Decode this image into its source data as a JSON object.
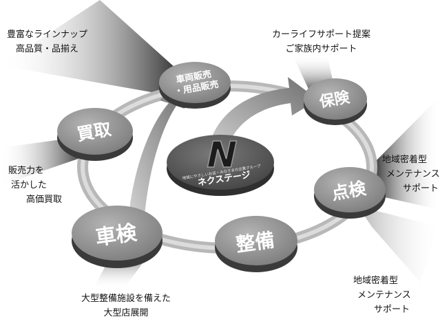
{
  "center": {
    "logo_letter": "N",
    "tagline": "地域にやさしいお店・みなさまの企業グループ",
    "name": "ネクステージ"
  },
  "nodes": {
    "sales": {
      "line1": "車両販売",
      "line2": "・用品販売"
    },
    "insurance": "保険",
    "buyback": "買取",
    "inspection_small": "点検",
    "inspection": "車検",
    "maintenance": "整備"
  },
  "notes": {
    "lineup": [
      "豊富なラインナップ",
      "高品質・品揃え"
    ],
    "carlife": [
      "カーライフサポート提案",
      "ご家族内サポート"
    ],
    "buyback": [
      "販売力を",
      "活かした",
      "高価買取"
    ],
    "local_upper": [
      "地域密着型",
      "メンテナンス",
      "サポート"
    ],
    "facility": [
      "大型整備施設を備えた",
      "大型店展開"
    ],
    "local_lower": [
      "地域密着型",
      "メンテナンス",
      "サポート"
    ]
  },
  "colors": {
    "ring": "#b3b3b3",
    "disc_top": "#8e8e8e",
    "disc_side": "#4a4a4a",
    "center_disc": "#5a5a5a",
    "ray": "#2b2b2b"
  }
}
